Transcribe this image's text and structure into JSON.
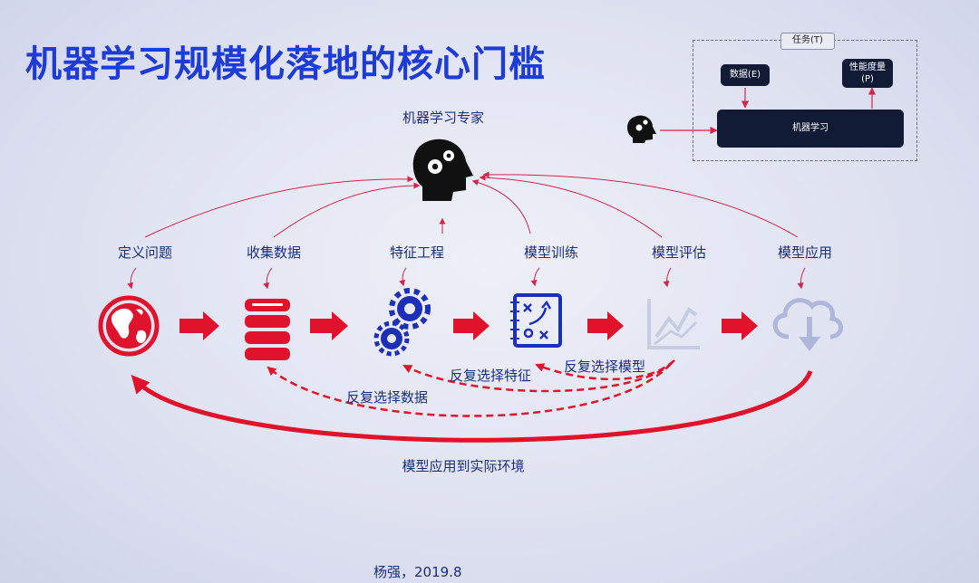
{
  "title": "机器学习规模化落地的核心门槛",
  "expert_label": "机器学习专家",
  "steps": [
    {
      "label": "定义问题",
      "icon": "globe-icon"
    },
    {
      "label": "收集数据",
      "icon": "database-icon"
    },
    {
      "label": "特征工程",
      "icon": "gears-icon"
    },
    {
      "label": "模型训练",
      "icon": "strategy-board-icon"
    },
    {
      "label": "模型评估",
      "icon": "line-chart-icon"
    },
    {
      "label": "模型应用",
      "icon": "cloud-download-icon"
    }
  ],
  "loops": {
    "reselect_feature": "反复选择特征",
    "reselect_model": "反复选择模型",
    "reselect_data": "反复选择数据",
    "deploy": "模型应用到实际环境"
  },
  "inset": {
    "task": "任务(T)",
    "data": "数据(E)",
    "perf_line1": "性能度量",
    "perf_line2": "(P)",
    "ml": "机器学习"
  },
  "footer": "杨强，2019.8",
  "colors": {
    "title": "#1d3bd6",
    "accent": "#e0122c",
    "icon_blue": "#1c2fb8",
    "dark": "#111111"
  }
}
